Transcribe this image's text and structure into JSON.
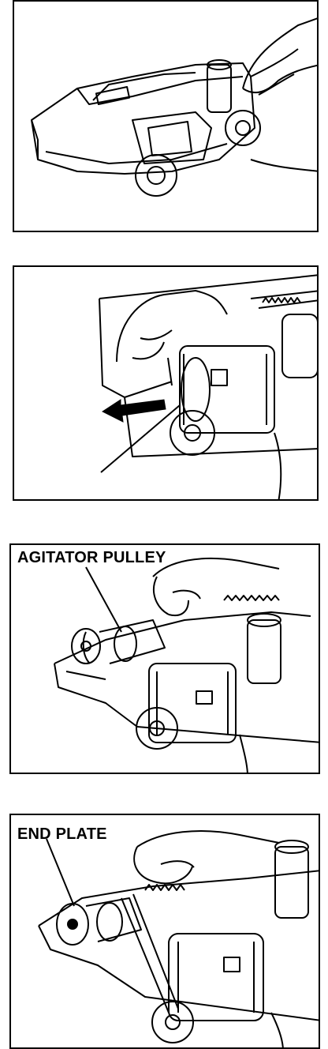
{
  "panels": [
    {
      "id": "step-1",
      "label": ""
    },
    {
      "id": "step-2",
      "label": ""
    },
    {
      "id": "step-3",
      "label": "AGITATOR PULLEY"
    },
    {
      "id": "step-4",
      "label": "END PLATE"
    }
  ],
  "labels": {
    "agitator_pulley": "AGITATOR PULLEY",
    "end_plate": "END PLATE"
  }
}
